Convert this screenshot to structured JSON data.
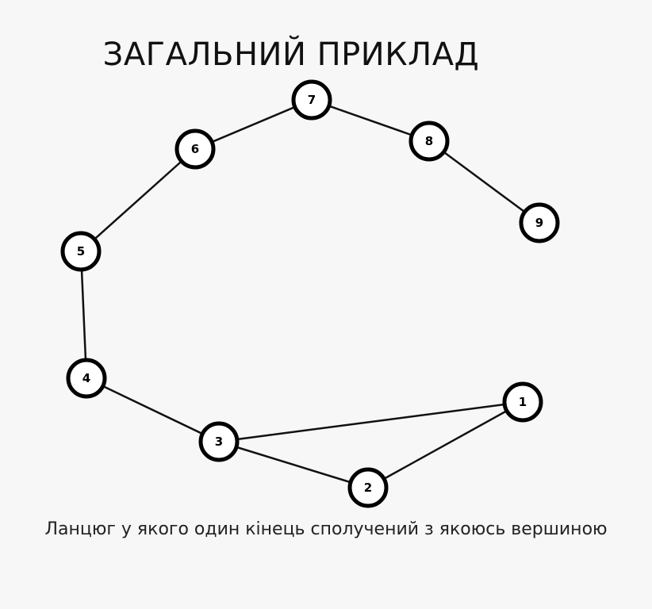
{
  "title": "ЗАГАЛЬНИЙ ПРИКЛАД",
  "caption": "Ланцюг у якого один кінець сполучений з якоюсь вершиною",
  "graph": {
    "nodes": [
      {
        "id": "1",
        "label": "1"
      },
      {
        "id": "2",
        "label": "2"
      },
      {
        "id": "3",
        "label": "3"
      },
      {
        "id": "4",
        "label": "4"
      },
      {
        "id": "5",
        "label": "5"
      },
      {
        "id": "6",
        "label": "6"
      },
      {
        "id": "7",
        "label": "7"
      },
      {
        "id": "8",
        "label": "8"
      },
      {
        "id": "9",
        "label": "9"
      }
    ],
    "edges": [
      [
        "1",
        "2"
      ],
      [
        "2",
        "3"
      ],
      [
        "3",
        "1"
      ],
      [
        "3",
        "4"
      ],
      [
        "4",
        "5"
      ],
      [
        "5",
        "6"
      ],
      [
        "6",
        "7"
      ],
      [
        "7",
        "8"
      ],
      [
        "8",
        "9"
      ]
    ]
  }
}
